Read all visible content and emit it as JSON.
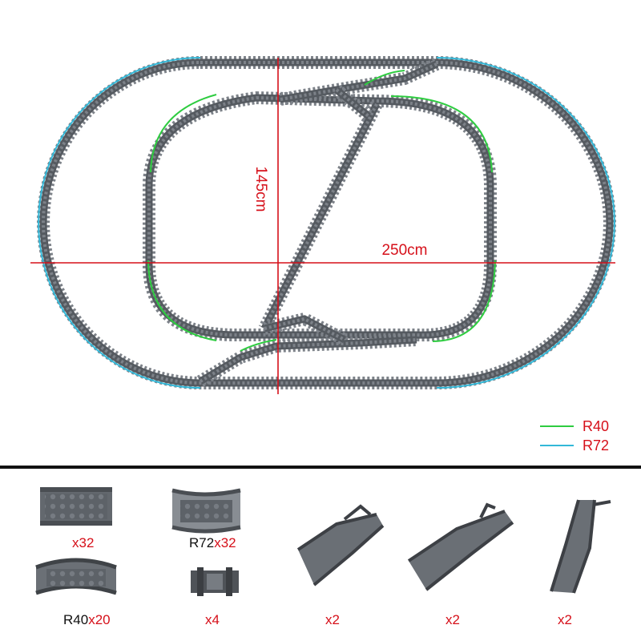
{
  "colors": {
    "r40": "#2ecc40",
    "r72": "#33b8d8",
    "dimension": "#d6101a",
    "track": "#555a60",
    "tie": "#7d8289"
  },
  "dimensions": {
    "height_label": "145cm",
    "width_label": "250cm"
  },
  "legend": [
    {
      "label": "R40",
      "color_key": "r40"
    },
    {
      "label": "R72",
      "color_key": "r72"
    }
  ],
  "parts": [
    {
      "name": "straight",
      "prefix": "",
      "count": "x32",
      "icon": "straight-track-icon"
    },
    {
      "name": "curve-r72",
      "prefix": "R72",
      "count": "x32",
      "icon": "curve-r72-track-icon"
    },
    {
      "name": "curve-r40",
      "prefix": "R40",
      "count": "x20",
      "icon": "curve-r40-track-icon"
    },
    {
      "name": "flex",
      "prefix": "",
      "count": "x4",
      "icon": "flex-track-icon"
    },
    {
      "name": "switch-left",
      "prefix": "",
      "count": "x2",
      "icon": "switch-track-icon"
    },
    {
      "name": "switch-right",
      "prefix": "",
      "count": "x2",
      "icon": "switch-track-icon"
    },
    {
      "name": "switch-wye",
      "prefix": "",
      "count": "x2",
      "icon": "switch-track-icon"
    }
  ]
}
